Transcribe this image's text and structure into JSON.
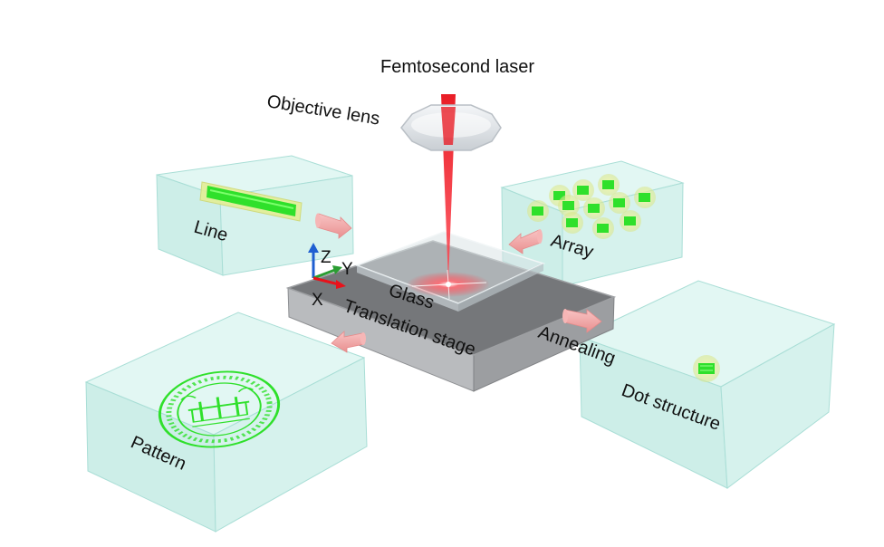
{
  "labels": {
    "laser": "Femtosecond laser",
    "objective": "Objective lens",
    "glass": "Glass",
    "stage": "Translation stage",
    "line": "Line",
    "array": "Array",
    "pattern": "Pattern",
    "annealing": "Annealing",
    "dot": "Dot structure"
  },
  "axes": {
    "z": "Z",
    "y": "Y",
    "x": "X"
  },
  "colors": {
    "laser": "#e8121b",
    "green": "#36e830",
    "box_fill": "#d2f3ee",
    "box_edge": "#a6ddd6",
    "stage": "#6d6f72",
    "arrow": "#f2a7a7",
    "axis_x": "#e8121b",
    "axis_y": "#2a9d32",
    "axis_z": "#1f5fd1"
  }
}
